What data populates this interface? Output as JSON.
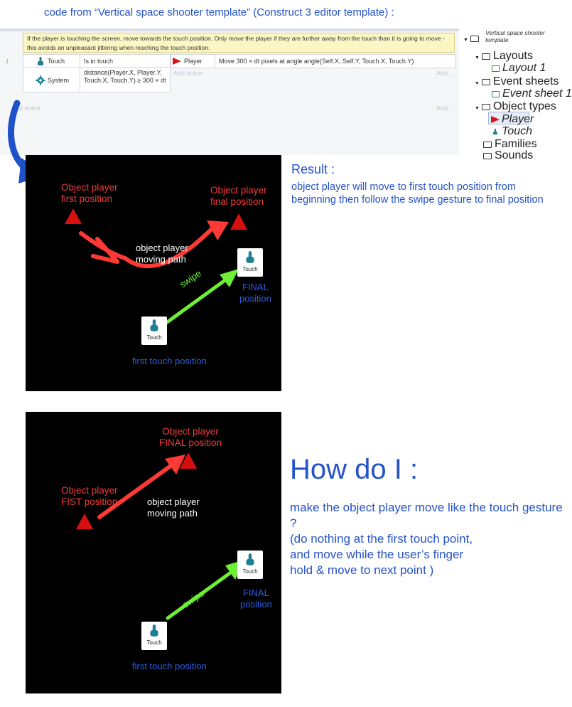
{
  "caption_top": "code from “Vertical space shooter template” (Construct 3 editor template) :",
  "editor": {
    "comment": "If the player is touching the screen, move towards the touch position.  Only move the player if they are further away from the touch than it is going to move - this avoids an unpleasant jittering when reaching the touch position.",
    "row_number": "1",
    "conditions": [
      {
        "object": "Touch",
        "text": "Is in touch"
      },
      {
        "object": "System",
        "text": "distance(Player.X, Player.Y, Touch.X, Touch.Y) ≥ 300 × dt"
      }
    ],
    "action_object": "Player",
    "action_text": "Move 300 × dt pixels at angle angle(Self.X, Self.Y, Touch.X, Touch.Y)",
    "add_action": "Add action",
    "add_more": "Add...",
    "add_event": "dd event",
    "add_more_bottom": "Add..."
  },
  "tree": {
    "root": "Vertical space shooter template",
    "layouts": "Layouts",
    "layout1": "Layout 1",
    "event_sheets": "Event sheets",
    "event_sheet1": "Event sheet 1",
    "object_types": "Object types",
    "player": "Player",
    "touch": "Touch",
    "families": "Families",
    "sounds": "Sounds"
  },
  "panel1": {
    "first_pos": "Object player\nfirst position",
    "final_pos": "Object player\nfinal position",
    "path_label": "object player\nmoving path",
    "swipe": "swipe",
    "touch_label": "Touch",
    "final_label": "FINAL\nposition",
    "first_touch": "first touch position"
  },
  "result": {
    "title": "Result :",
    "body": "object player will move to first touch position from beginning then follow the swipe gesture to final position"
  },
  "panel2": {
    "final_pos": "Object player\nFINAL position",
    "first_pos": "Object player\nFIST position",
    "path_label": "object player\nmoving path",
    "swipe": "swipe",
    "touch_label": "Touch",
    "final_label": "FINAL\nposition",
    "first_touch": "first touch position"
  },
  "howto": {
    "title": "How do I :",
    "body": "make the object player move like the touch gesture ?\n(do nothing at the first touch point,\n and move while the user’s finger\nhold & move to next point )"
  },
  "colors": {
    "red": "#ef3b3b",
    "green": "#6cf035",
    "blue": "#2553c9",
    "touch_icon": "#1e7f93"
  }
}
